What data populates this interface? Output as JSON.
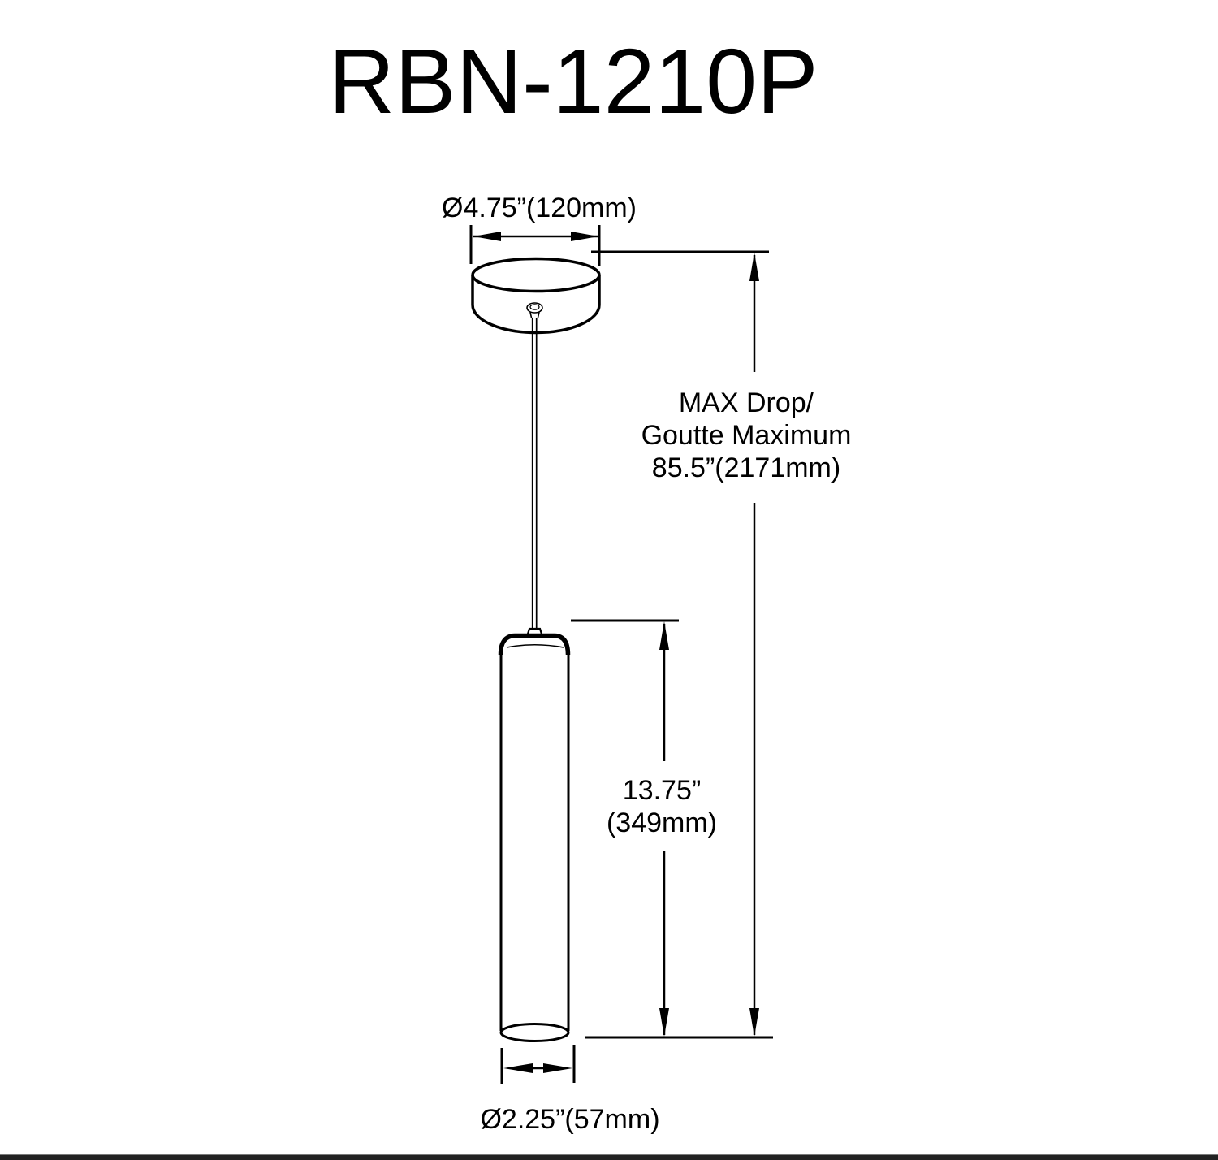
{
  "title": "RBN-1210P",
  "labels": {
    "canopy_diameter": "Ø4.75”(120mm)",
    "max_drop_line1": "MAX Drop/",
    "max_drop_line2": "Goutte Maximum",
    "max_drop_line3": "85.5”(2171mm)",
    "pendant_height_line1": "13.75”",
    "pendant_height_line2": "(349mm)",
    "pendant_diameter": "Ø2.25”(57mm)"
  },
  "colors": {
    "line": "#000000",
    "background": "#ffffff",
    "bottom_bar": "#222222"
  }
}
